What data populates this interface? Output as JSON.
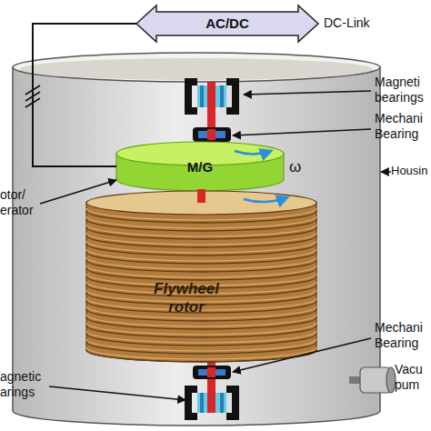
{
  "diagram": {
    "nodes": [
      {
        "text": [
          "AC/DC"
        ]
      },
      {
        "text": [
          "M/G"
        ]
      },
      {
        "text": [
          "Flywheel rotor"
        ]
      }
    ],
    "edges": [
      {
        "from": 0,
        "to": 1,
        "arrow": "none"
      }
    ],
    "labels": [
      "DC-Link",
      "Magneti bearings",
      "Mechani Bearing",
      "Housin",
      "Mechani Bearing",
      "Vacu pum",
      "otor/ erator",
      "agnetic arings",
      "ω"
    ]
  }
}
